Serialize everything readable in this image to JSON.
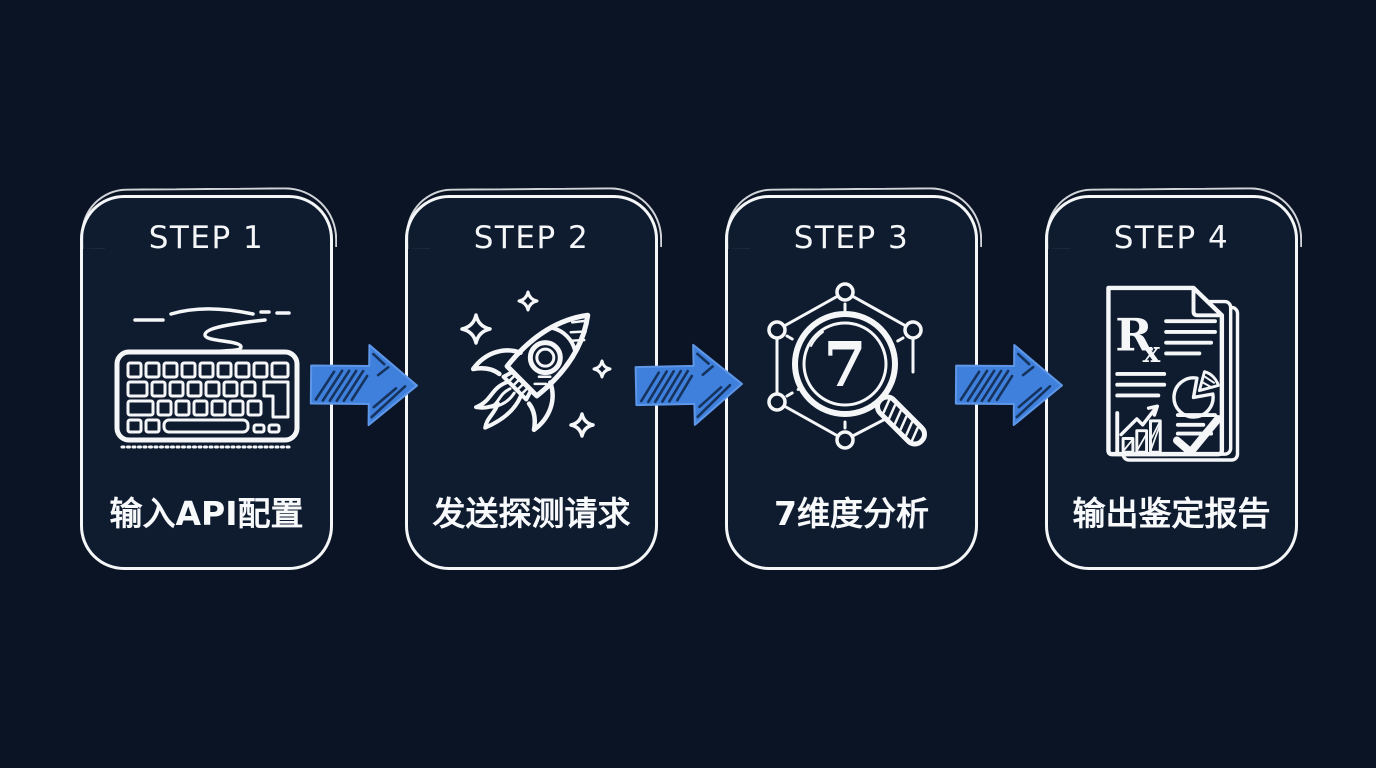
{
  "colors": {
    "background": "#0b1424",
    "card_background": "#0f1c30",
    "line_white": "#f4f6f8",
    "arrow_blue": "#3f80dd",
    "arrow_hatch": "#16335e"
  },
  "steps": [
    {
      "title": "STEP 1",
      "label": "输入API配置",
      "icon": "keyboard-icon"
    },
    {
      "title": "STEP 2",
      "label": "发送探测请求",
      "icon": "rocket-icon"
    },
    {
      "title": "STEP 3",
      "label": "7维度分析",
      "icon": "magnifier-network-icon",
      "icon_text": "7"
    },
    {
      "title": "STEP 4",
      "label": "输出鉴定报告",
      "icon": "report-icon",
      "icon_text_r": "R",
      "icon_text_x": "x"
    }
  ],
  "arrows": {
    "count": 3,
    "direction": "right"
  }
}
